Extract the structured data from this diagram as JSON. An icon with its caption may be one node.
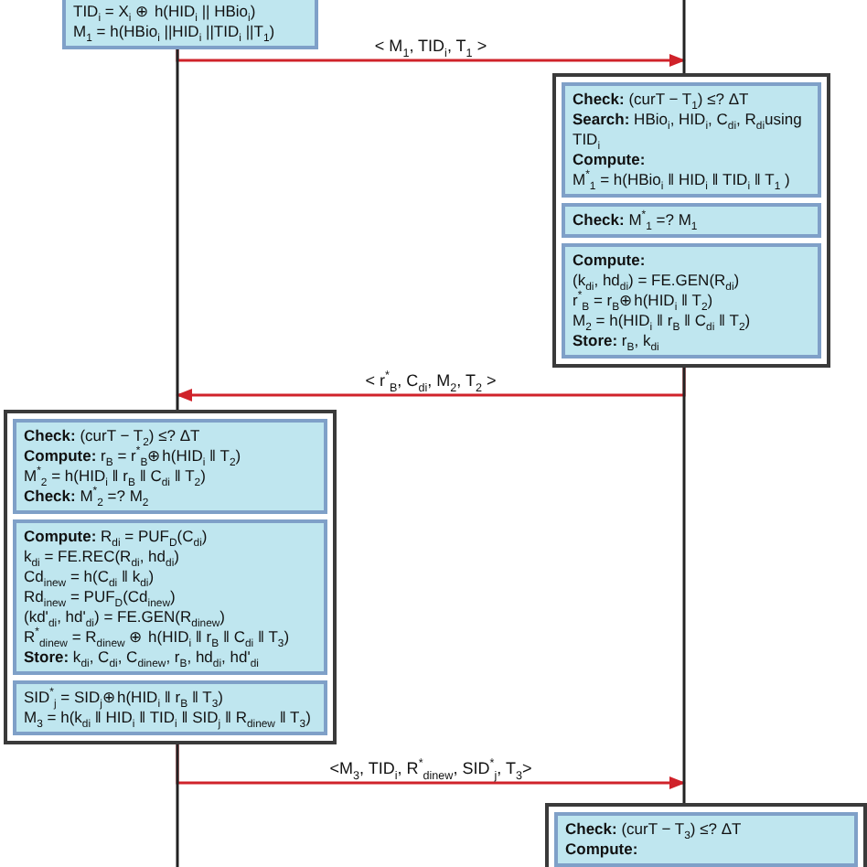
{
  "diagram": {
    "nodes": [
      {
        "text": [
          "TID$_{i}$ = X$_{i}$ ⊕ h(HID$_{i}$ || HBio$_{i}$)",
          "M$_{1}$ = h(HBio$_{i}$ ||HID$_{i}$ ||TID$_{i}$ ||T$_{1}$)"
        ]
      },
      {
        "text": [],
        "shape": "box"
      },
      {
        "text": [
          "**Check:** (curT − T$_{1}$)  ≤? ΔT",
          "**Search:** HBio$_{i}$, HID$_{i}$, C$_{di}$, R$_{di}$using TID$_{i}$",
          "Compute:",
          "M$^{*}$$_{1}$ = h(HBio$_{i}$ ‖ HID$_{i}$ ‖ TID$_{i}$ ‖ T$_{1}$ )"
        ],
        "in": 1
      },
      {
        "text": [
          "**Check:** M$^{*}$$_{1}$ =? M$_{1}$"
        ],
        "in": 1
      },
      {
        "text": [
          "Compute:",
          "(k$_{di}$, hd$_{di}$) = FE.GEN(R$_{di}$)",
          "r$^{*}$$_{B}$ = r$_{B}$⊕h(HID$_{i}$ ‖ T$_{2}$)",
          "M$_{2}$ = h(HID$_{i}$ ‖ r$_{B}$ ‖ C$_{di}$ ‖ T$_{2}$)",
          "**Store:** r$_{B}$, k$_{di}$"
        ],
        "in": 1
      },
      {
        "text": [],
        "shape": "box"
      },
      {
        "text": [
          "**Check:** (curT − T$_{2}$)  ≤? ΔT",
          "**Compute:** r$_{B}$ = r$^{*}$$_{B}$⊕h(HID$_{i}$ ‖ T$_{2}$)",
          "M$^{*}$$_{2}$ = h(HID$_{i}$ ‖ r$_{B}$ ‖ C$_{di}$ ‖ T$_{2}$)",
          "**Check:** M$^{*}$$_{2}$ =? M$_{2}$"
        ],
        "in": 5
      },
      {
        "text": [
          "**Compute:** R$_{di}$ = PUF$_{D}$(C$_{di}$)",
          "k$_{di}$ = FE.REC(R$_{di}$, hd$_{di}$)",
          "Cd$_{inew}$ = h(C$_{di}$ ‖ k$_{di}$)",
          "Rd$_{inew}$ = PUF$_{D}$(Cd$_{inew}$)",
          "(kd'$_{di}$, hd'$_{di}$) = FE.GEN(R$_{dinew}$)",
          "R$^{*}$$_{dinew}$ = R$_{dinew}$ ⊕ h(HID$_{i}$ ‖ r$_{B}$ ‖ C$_{di}$ ‖ T$_{3}$)",
          "**Store:** k$_{di}$, C$_{di}$, C$_{dinew}$, r$_{B}$, hd$_{di}$, hd'$_{di}$"
        ],
        "in": 5
      },
      {
        "text": [
          "SID$^{*}$$_{j}$ = SID$_{j}$⊕h(HID$_{i}$ ‖ r$_{B}$ ‖ T$_{3}$)",
          "M$_{3}$ = h(k$_{di}$ ‖ HID$_{i}$ ‖ TID$_{i}$ ‖ SID$_{j}$ ‖ R$_{dinew}$ ‖ T$_{3}$)"
        ],
        "in": 5
      },
      {
        "text": [],
        "shape": "box"
      },
      {
        "text": [
          "**Check:** (curT − T$_{3}$)  ≤? ΔT",
          "Compute:"
        ],
        "in": 9
      }
    ],
    "edges": [
      {
        "from": 0,
        "to": 1,
        "arrow": "to",
        "label": "< M$_{1}$, TID$_{i}$, T$_{1}$ >",
        "color": "#d0222a"
      },
      {
        "from": 1,
        "to": 5,
        "arrow": "to",
        "label": "< r$^{*}$$_{B}$, C$_{di}$, M$_{2}$, T$_{2}$ >",
        "color": "#d0222a"
      },
      {
        "from": 5,
        "to": 9,
        "arrow": "to",
        "label": "<M$_{3}$, TID$_{i}$, R$^{*}$$_{dinew}$, SID$^{*}$$_{j}$, T$_{3}$>",
        "color": "#d0222a"
      },
      {
        "from": 0,
        "to": 5,
        "arrow": "none"
      },
      {
        "from": null,
        "to": 1,
        "arrow": "none"
      },
      {
        "from": 1,
        "to": 9,
        "arrow": "none"
      },
      {
        "from": 5,
        "to": null,
        "arrow": "none"
      }
    ]
  }
}
